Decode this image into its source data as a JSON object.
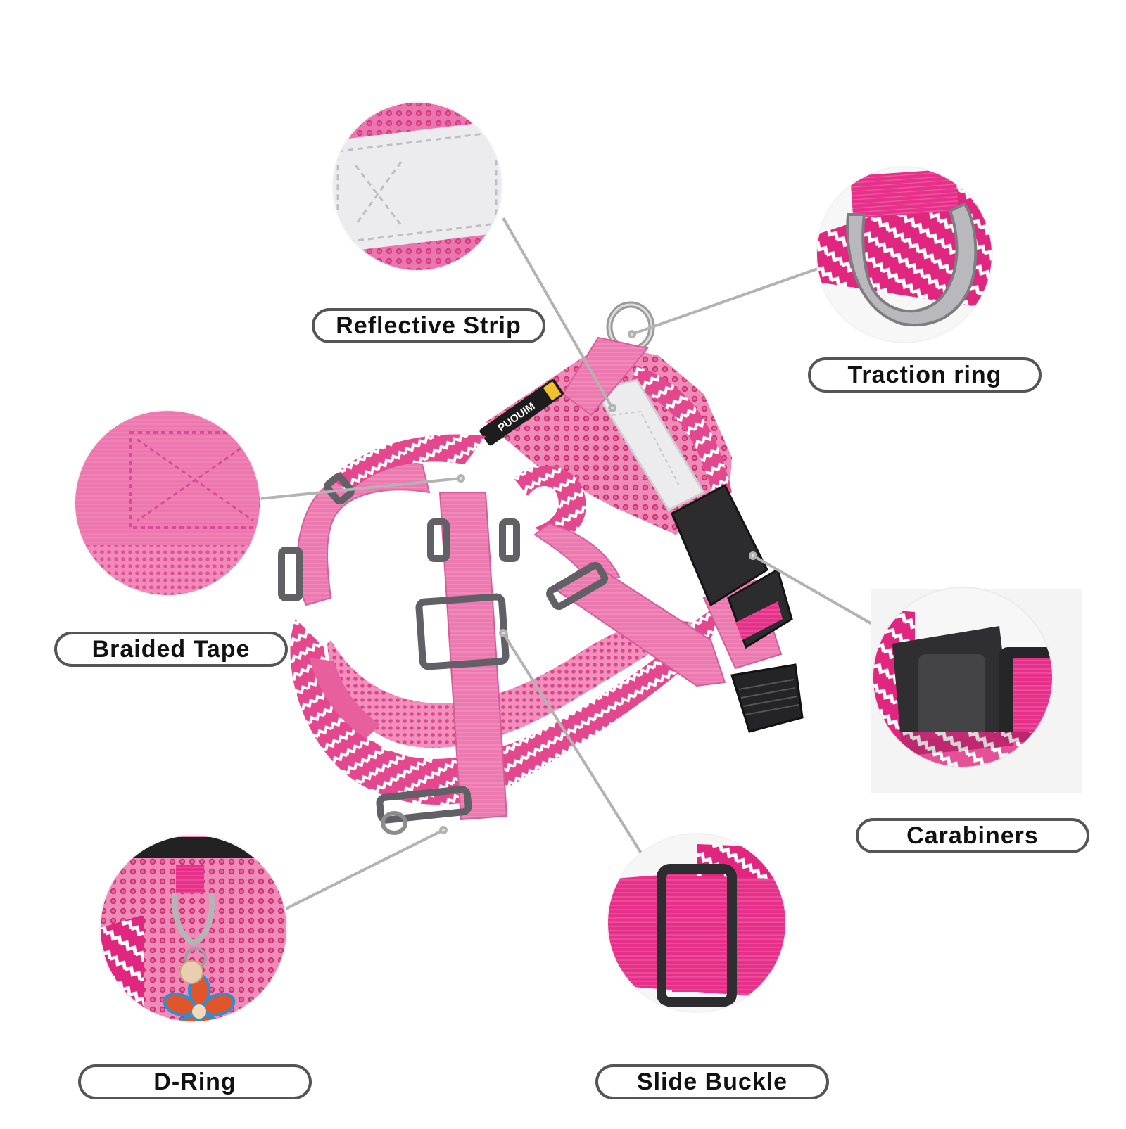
{
  "labels": {
    "reflective_strip": "Reflective Strip",
    "traction_ring": "Traction ring",
    "braided_tape": "Braided Tape",
    "carabiners": "Carabiners",
    "d_ring": "D-Ring",
    "slide_buckle": "Slide Buckle"
  },
  "brand_mark": "PUOUIM",
  "colors": {
    "harness_pink": "#ea7fb0",
    "harness_pink_dark": "#d6508f",
    "mesh_pink": "#f089bb",
    "magenta": "#e2208a",
    "buckle_black": "#2b2b2b",
    "reflective_grey": "#e8e8ea",
    "leader_line": "#b0b0b0",
    "label_border": "#555555"
  }
}
